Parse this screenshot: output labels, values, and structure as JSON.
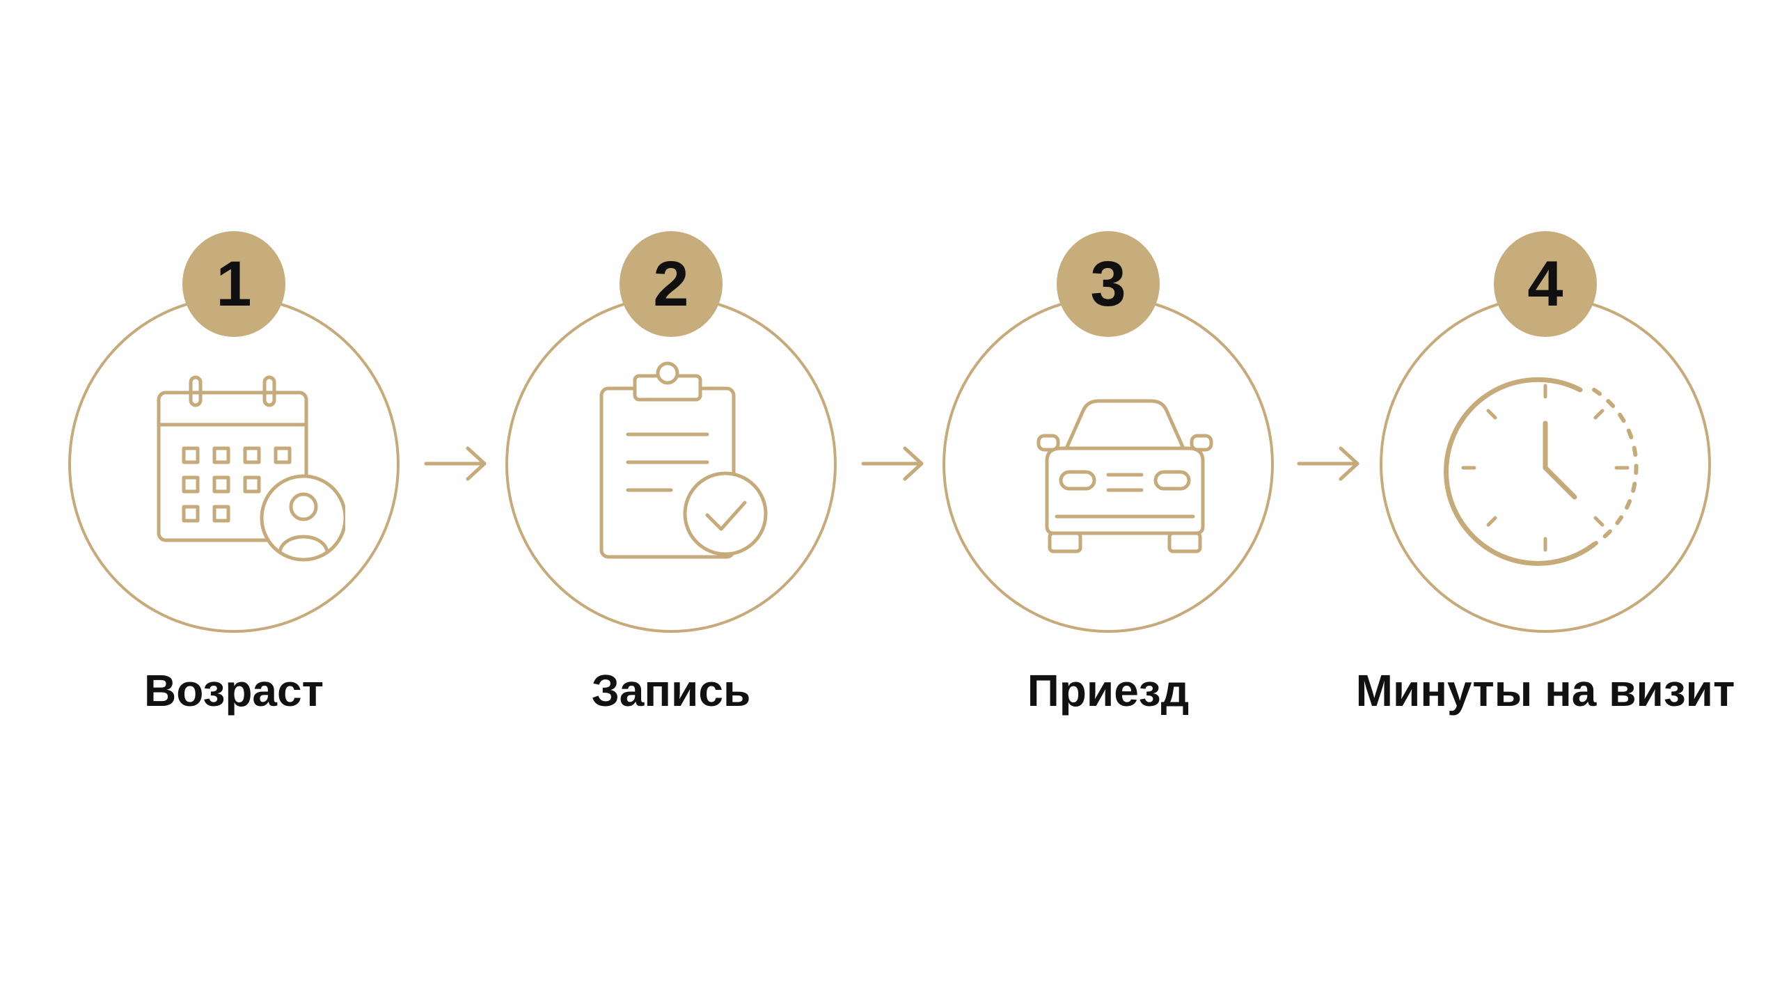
{
  "theme": {
    "accent": "#c6aa7a",
    "badge_fill": "#c8ad7c",
    "text": "#111111",
    "background": "#fefefe"
  },
  "steps": [
    {
      "number": "1",
      "label": "Возраст",
      "icon": "calendar-user-icon"
    },
    {
      "number": "2",
      "label": "Запись",
      "icon": "clipboard-check-icon"
    },
    {
      "number": "3",
      "label": "Приезд",
      "icon": "car-icon"
    },
    {
      "number": "4",
      "label": "Минуты на визит",
      "icon": "clock-icon"
    }
  ],
  "connectors": [
    {
      "icon": "arrow-right-icon"
    },
    {
      "icon": "arrow-right-icon"
    },
    {
      "icon": "arrow-right-icon"
    }
  ]
}
